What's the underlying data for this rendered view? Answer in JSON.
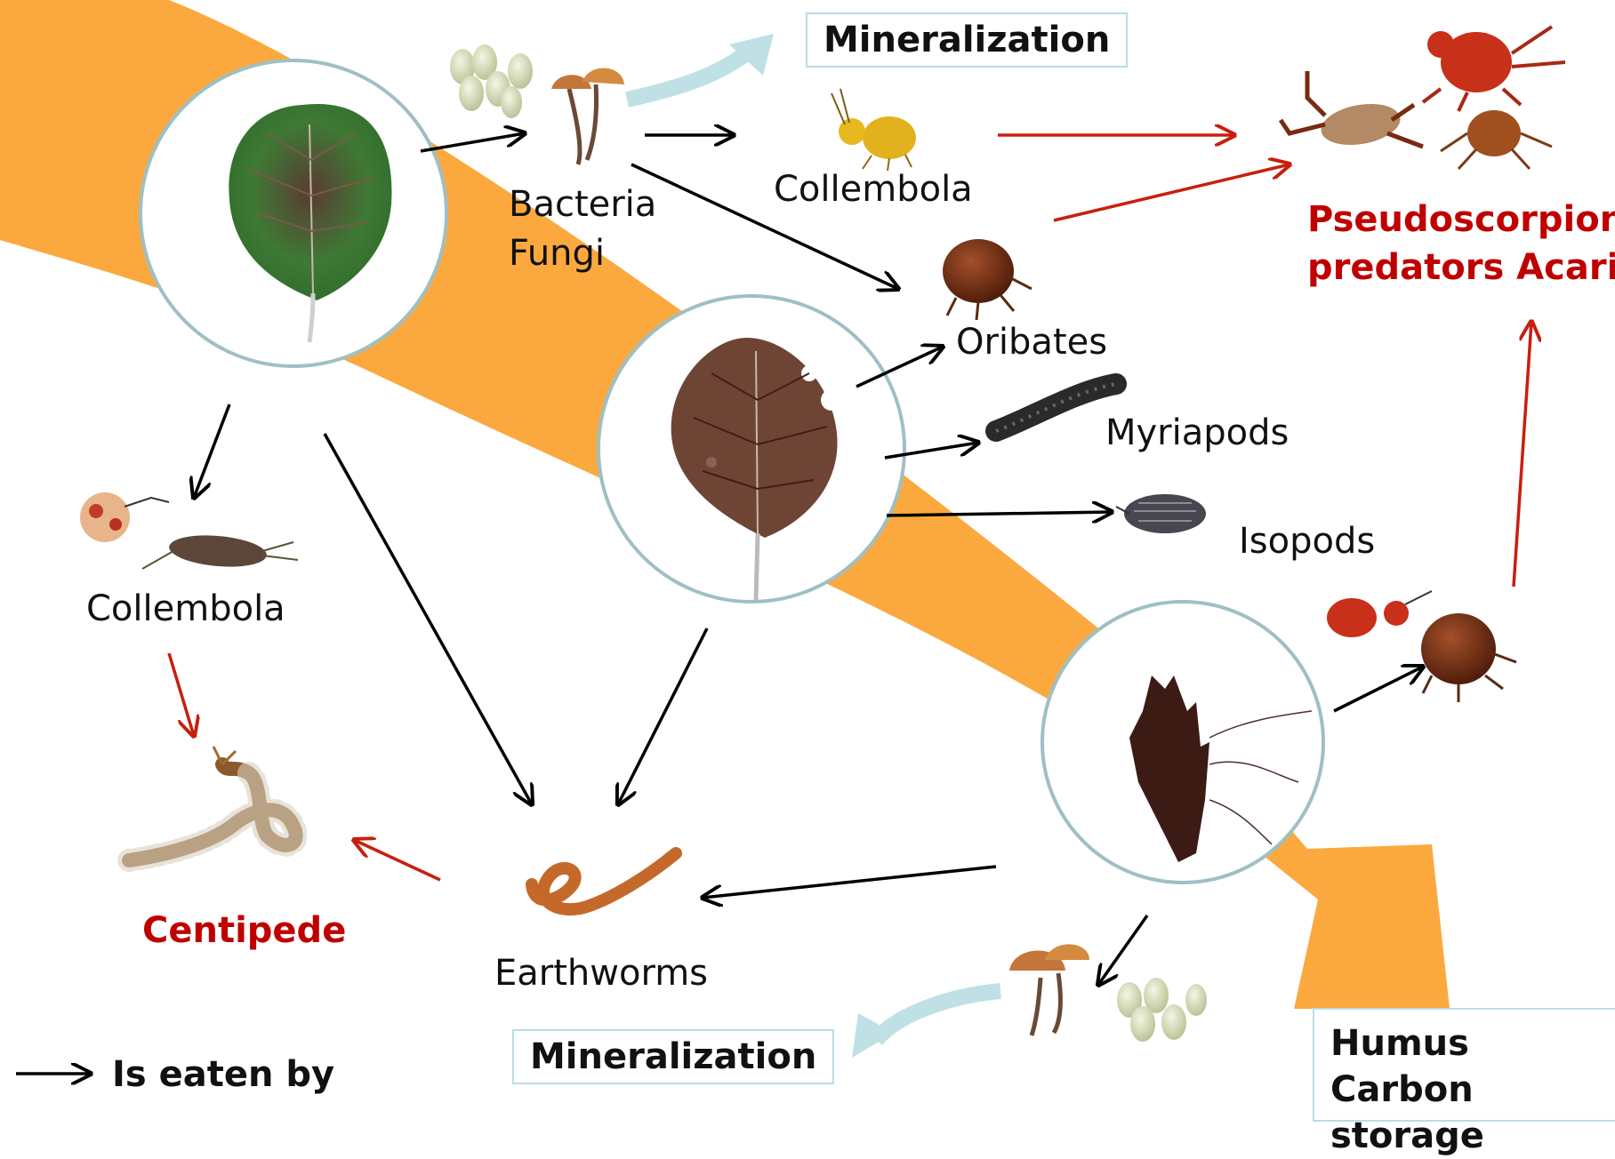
{
  "nodes": {
    "mineralization_top": "Mineralization",
    "bacteria": "Bacteria",
    "fungi": "Fungi",
    "collembola_top": "Collembola",
    "predators_line1": "Pseudoscorpions",
    "predators_line2": "predators Acari",
    "oribates": "Oribates",
    "myriapods": "Myriapods",
    "isopods": "Isopods",
    "collembola_left": "Collembola",
    "centipede": "Centipede",
    "earthworms": "Earthworms",
    "mineralization_bottom": "Mineralization",
    "humus_line1": "Humus",
    "humus_line2": "Carbon storage"
  },
  "legend": {
    "label": "Is eaten by"
  },
  "colors": {
    "flow_band": "#fba93e",
    "circle_border": "#9fbfc4",
    "black_arrow": "#000000",
    "red_arrow": "#c81e0f",
    "mineralization_arrow": "#bfe1e6",
    "red_text": "#c00000"
  }
}
